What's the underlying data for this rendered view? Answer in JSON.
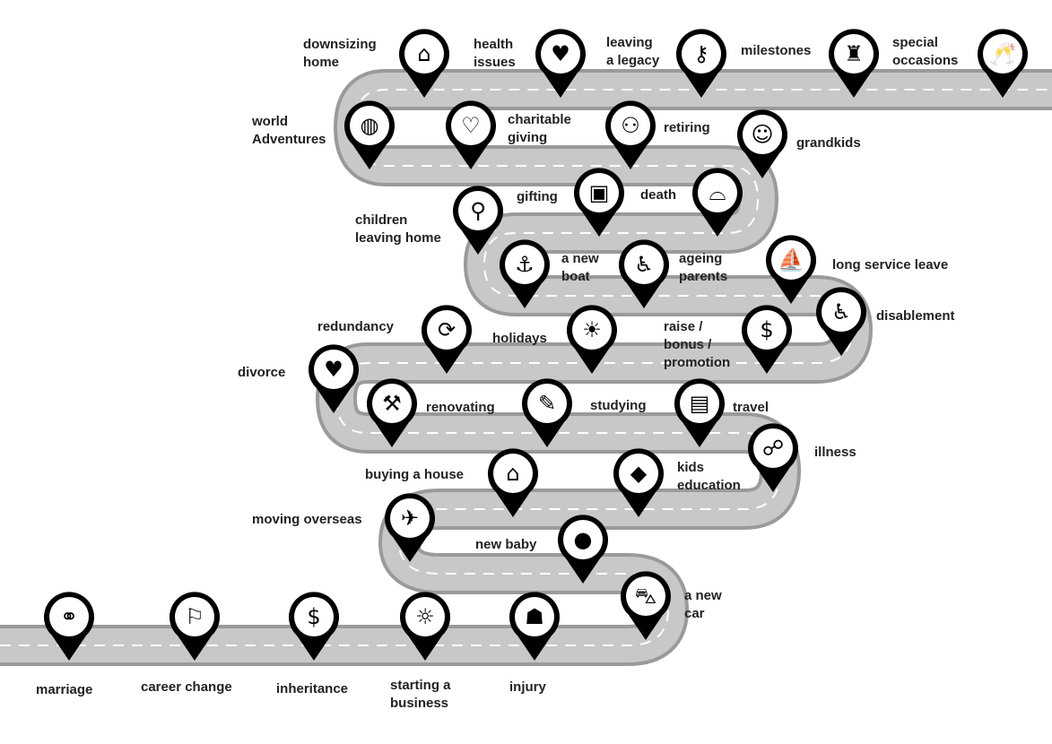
{
  "title": "Life events roadmap",
  "colors": {
    "road": "#c8c8c8",
    "road_edge": "#9a9a9a",
    "pin": "#000000",
    "pin_inner": "#ffffff",
    "text": "#222222"
  },
  "events": [
    {
      "label": "downsizing\nhome",
      "icon": "house-icon"
    },
    {
      "label": "health\nissues",
      "icon": "heartbeat-icon"
    },
    {
      "label": "leaving\na legacy",
      "icon": "key-icon"
    },
    {
      "label": "milestones",
      "icon": "podium-icon"
    },
    {
      "label": "special\noccasions",
      "icon": "champagne-icon"
    },
    {
      "label": "world\nAdventures",
      "icon": "globe-icon"
    },
    {
      "label": "charitable\ngiving",
      "icon": "heart-hand-icon"
    },
    {
      "label": "retiring",
      "icon": "elderly-couple-icon"
    },
    {
      "label": "grandkids",
      "icon": "children-icon"
    },
    {
      "label": "gifting",
      "icon": "gift-icon"
    },
    {
      "label": "death",
      "icon": "tombstone-icon"
    },
    {
      "label": "children\nleaving home",
      "icon": "traveller-icon"
    },
    {
      "label": "a new\nboat",
      "icon": "ship-icon"
    },
    {
      "label": "ageing\nparents",
      "icon": "rocking-chair-icon"
    },
    {
      "label": "long service leave",
      "icon": "windsurf-icon"
    },
    {
      "label": "disablement",
      "icon": "wheelchair-icon"
    },
    {
      "label": "redundancy",
      "icon": "cycle-icon"
    },
    {
      "label": "holidays",
      "icon": "palm-tree-icon"
    },
    {
      "label": "raise /\nbonus /\npromotion",
      "icon": "money-bag-icon"
    },
    {
      "label": "divorce",
      "icon": "broken-heart-icon"
    },
    {
      "label": "renovating",
      "icon": "construction-icon"
    },
    {
      "label": "studying",
      "icon": "desk-lamp-icon"
    },
    {
      "label": "travel",
      "icon": "luggage-icon"
    },
    {
      "label": "illness",
      "icon": "ribbon-icon"
    },
    {
      "label": "buying a house",
      "icon": "home-icon"
    },
    {
      "label": "kids\neducation",
      "icon": "graduation-cap-icon"
    },
    {
      "label": "moving overseas",
      "icon": "airplane-icon"
    },
    {
      "label": "new baby",
      "icon": "baby-icon"
    },
    {
      "label": "a new\ncar",
      "icon": "car-icon"
    },
    {
      "label": "marriage",
      "icon": "rings-icon"
    },
    {
      "label": "career change",
      "icon": "signpost-icon"
    },
    {
      "label": "inheritance",
      "icon": "house-money-icon"
    },
    {
      "label": "starting a\nbusiness",
      "icon": "idea-person-icon"
    },
    {
      "label": "injury",
      "icon": "arm-sling-icon"
    }
  ]
}
